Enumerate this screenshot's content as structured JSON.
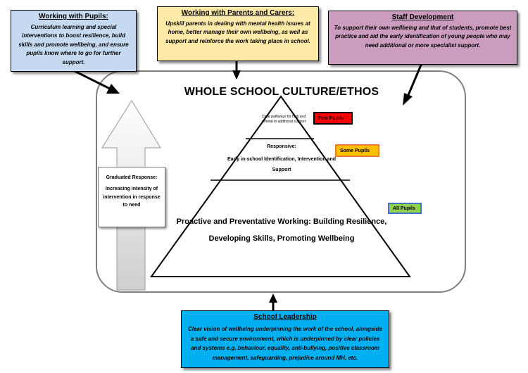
{
  "boxes": {
    "pupils": {
      "title": "Working with Pupils:",
      "body": "Curriculum learning and special interventions to boost resilience, build skills and promote wellbeing, and ensure pupils know where to go for further support."
    },
    "parents": {
      "title": "Working with Parents and Carers:",
      "body": "Upskill parents in dealing with mental health issues at home, better manage their own wellbeing, as well as support and reinforce the work taking place in school."
    },
    "staff": {
      "title": "Staff Development",
      "body": "To support their own wellbeing and that of students, promote best practice and aid the early identification of young people who may need additional or more specialist support."
    },
    "leadership": {
      "title": "School Leadership",
      "body": "Clear vision of wellbeing underpinning the work of the school, alongside a safe and secure environment, which is underpinned by clear policies and systems e.g. behaviour, equality, anti-bullying, positive classroom management, safeguarding, prejudice around MH, etc."
    }
  },
  "centre": {
    "title": "WHOLE SCHOOL CULTURE/ETHOS"
  },
  "pyramid": {
    "tier1": "Clear pathways for help and referral to additional support",
    "tier2_title": "Responsive:",
    "tier2_body": "Early in-school Identification, Intervention and Support",
    "tier3": "Proactive and Preventative Working: Building Resilience, Developing Skills, Promoting Wellbeing"
  },
  "tags": {
    "few": "Few Pupils",
    "some": "Some Pupils",
    "all": "All Pupils"
  },
  "graduated": {
    "title": "Graduated Response:",
    "body": "Increasing intensity of intervention in response to need"
  },
  "colors": {
    "pupils": "#c5daf1",
    "parents": "#fde9a8",
    "staff": "#cb9cbd",
    "leadership": "#00b0f0",
    "few": "#ff0000",
    "some": "#ffc000",
    "all": "#92d050"
  }
}
